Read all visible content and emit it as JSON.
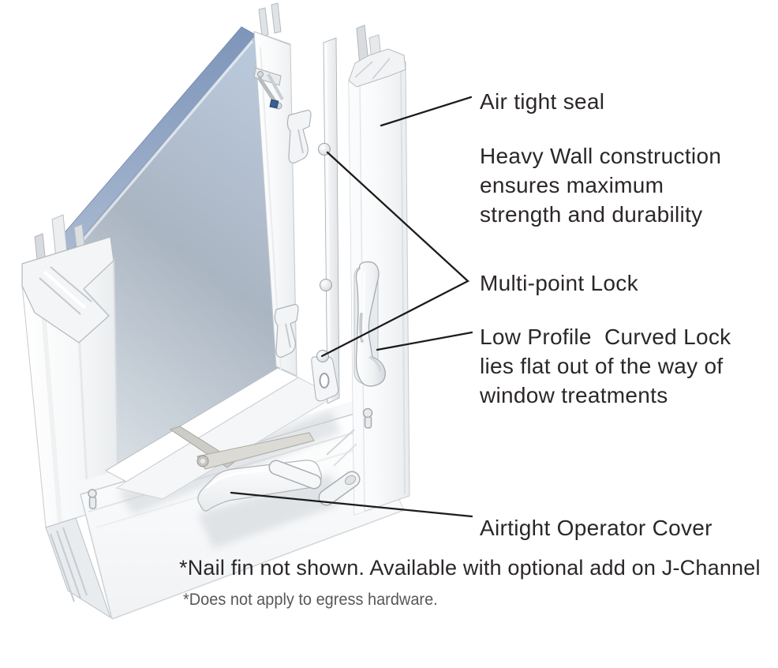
{
  "page": {
    "background": "#ffffff",
    "description": "Exploded-view feature diagram of a white casement window"
  },
  "palette": {
    "leader_line": "#1c1c1c",
    "label_text": "#2b2728",
    "note_secondary_text": "#57585a",
    "glass_blue_top": "#b9c7da",
    "glass_gray_mid": "#aab5c2",
    "glass_light_bottom": "#dce2e7",
    "glass_edge_blue": "#7d95ba",
    "frame_white": "#ffffff",
    "frame_edge_gray": "#c6cbd0",
    "hardware_gray": "#dbdad5"
  },
  "illustration": {
    "parts": [
      "glass-pane",
      "left-frame-jamb",
      "bottom-frame",
      "sash-frame",
      "hinge-hardware",
      "keeper-clips",
      "multi-point-lock-bar",
      "right-frame-jamb",
      "curved-lock-handle",
      "operator-arm",
      "operator-cover",
      "crank-handle"
    ]
  },
  "callouts": [
    {
      "id": "air-tight-seal",
      "label": "Air tight seal"
    },
    {
      "id": "heavy-wall",
      "label": "Heavy Wall construction\nensures maximum\nstrength and durability"
    },
    {
      "id": "multi-point-lock",
      "label": "Multi-point Lock"
    },
    {
      "id": "low-profile-lock",
      "label": "Low Profile  Curved Lock\nlies flat out of the way of\nwindow treatments"
    },
    {
      "id": "operator-cover",
      "label": "Airtight Operator Cover"
    }
  ],
  "footnotes": [
    {
      "id": "nail-fin",
      "text": "*Nail fin not shown. Available with optional add on J-Channel"
    },
    {
      "id": "egress",
      "text": "*Does not apply to egress hardware."
    }
  ]
}
